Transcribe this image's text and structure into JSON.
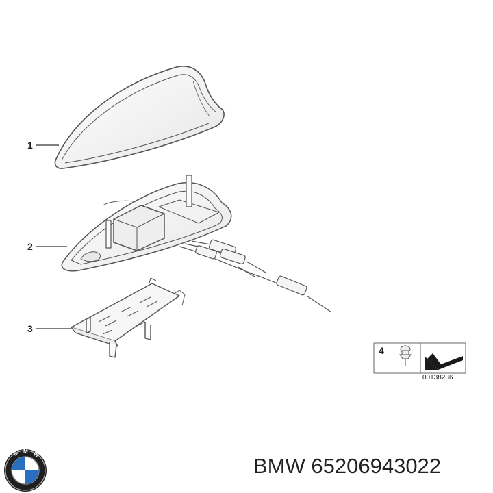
{
  "diagram": {
    "callouts": [
      {
        "label": "1",
        "part": "antenna-cover"
      },
      {
        "label": "2",
        "part": "antenna-base"
      },
      {
        "label": "3",
        "part": "mounting-bracket"
      }
    ],
    "inset": {
      "label": "4",
      "reference_number": "00138236"
    }
  },
  "logo": {
    "brand": "BMW"
  },
  "caption": {
    "brand": "BMW",
    "part_number": "65206943022"
  }
}
